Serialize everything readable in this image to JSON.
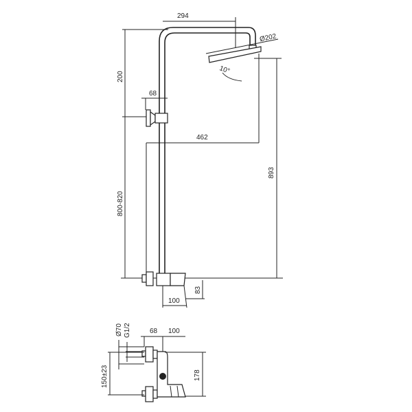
{
  "main_view": {
    "dims": {
      "arm_reach": "294",
      "head_diameter": "Ø202",
      "tilt_angle": "10°",
      "upper_height": "200",
      "bracket_offset": "68",
      "head_projection": "462",
      "total_height": "893",
      "mixer_height": "800-820",
      "mixer_depth": "100",
      "mixer_drop": "83"
    }
  },
  "mixer_view": {
    "dims": {
      "escutcheon_diameter": "Ø70",
      "thread": "G1/2",
      "wall_offset": "68",
      "body_depth": "100",
      "centres": "150±23",
      "body_height": "178"
    }
  }
}
